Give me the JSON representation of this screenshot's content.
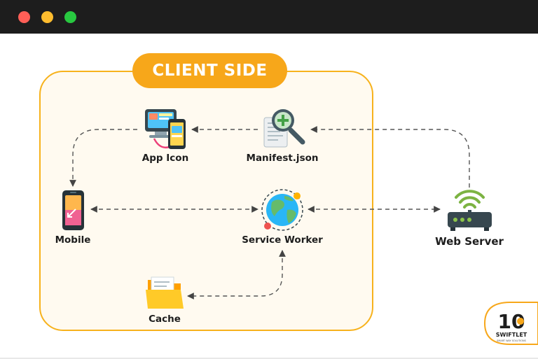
{
  "window": {
    "controls": [
      {
        "name": "close",
        "color": "#ff5f57"
      },
      {
        "name": "minimize",
        "color": "#febc2e"
      },
      {
        "name": "maximize",
        "color": "#28c840"
      }
    ]
  },
  "diagram": {
    "group_label": "CLIENT SIDE",
    "nodes": {
      "app_icon": {
        "label": "App Icon",
        "icon": "app-icon-devices-icon"
      },
      "manifest": {
        "label": "Manifest.json",
        "icon": "manifest-search-icon"
      },
      "mobile": {
        "label": "Mobile",
        "icon": "mobile-phone-icon"
      },
      "service_worker": {
        "label": "Service Worker",
        "icon": "globe-icon"
      },
      "cache": {
        "label": "Cache",
        "icon": "folder-icon"
      },
      "web_server": {
        "label": "Web Server",
        "icon": "router-wifi-icon"
      }
    },
    "edges": [
      {
        "from": "Manifest.json",
        "to": "App Icon",
        "style": "dashed",
        "direction": "one-way"
      },
      {
        "from": "App Icon",
        "to": "Mobile",
        "style": "dashed",
        "direction": "one-way"
      },
      {
        "from": "Web Server",
        "to": "Manifest.json",
        "style": "dashed",
        "direction": "one-way"
      },
      {
        "from": "Mobile",
        "to": "Service Worker",
        "style": "dashed",
        "direction": "two-way"
      },
      {
        "from": "Service Worker",
        "to": "Web Server",
        "style": "dashed",
        "direction": "two-way"
      },
      {
        "from": "Service Worker",
        "to": "Cache",
        "style": "dashed",
        "direction": "two-way"
      }
    ]
  },
  "brand": {
    "name": "SWIFTLET",
    "badge_number": "10",
    "tagline": "SMART WAY SOLUTIONS"
  },
  "colors": {
    "accent": "#f7a71a",
    "group_border": "#f7b21c",
    "group_fill": "#fffaf0",
    "titlebar": "#1d1d1d",
    "arrow": "#444444"
  }
}
